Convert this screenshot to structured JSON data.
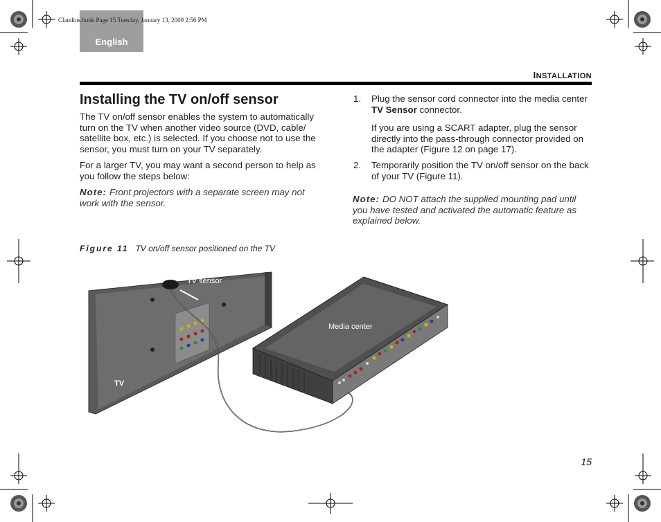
{
  "header": {
    "book_info": "Claudius.book  Page 15  Tuesday, January 13, 2009  2:56 PM",
    "language_tab": "English",
    "section": "Installation"
  },
  "left_column": {
    "title": "Installing the TV on/off sensor",
    "para1": "The TV on/off sensor enables the system to automatically turn on the TV when another video source (DVD, cable/ satellite box, etc.) is selected. If you choose not to use the sensor, you must turn on your TV separately.",
    "para2": "For a larger TV, you may want a second person to help as you follow the steps below:",
    "note_label": "Note:",
    "note_text": "Front projectors with a separate screen may not work with the sensor."
  },
  "right_column": {
    "step1_num": "1.",
    "step1_text_pre": "Plug the sensor cord connector into the media center ",
    "step1_bold": "TV Sensor",
    "step1_text_post": " connector.",
    "step1_sub": "If you are using a SCART adapter, plug the sensor directly into the pass-through connector provided on the adapter (Figure 12 on page 17).",
    "step2_num": "2.",
    "step2_text": "Temporarily position the TV on/off sensor on the back of your TV (Figure 11).",
    "note_label": "Note:",
    "note_text": "DO NOT attach the supplied mounting pad until you have tested and activated the automatic feature as explained below."
  },
  "figure": {
    "label": "Figure 11",
    "caption": "TV on/off sensor positioned on the TV",
    "tv_sensor_label": "TV sensor",
    "media_center_label": "Media center",
    "tv_label": "TV"
  },
  "page_number": "15"
}
